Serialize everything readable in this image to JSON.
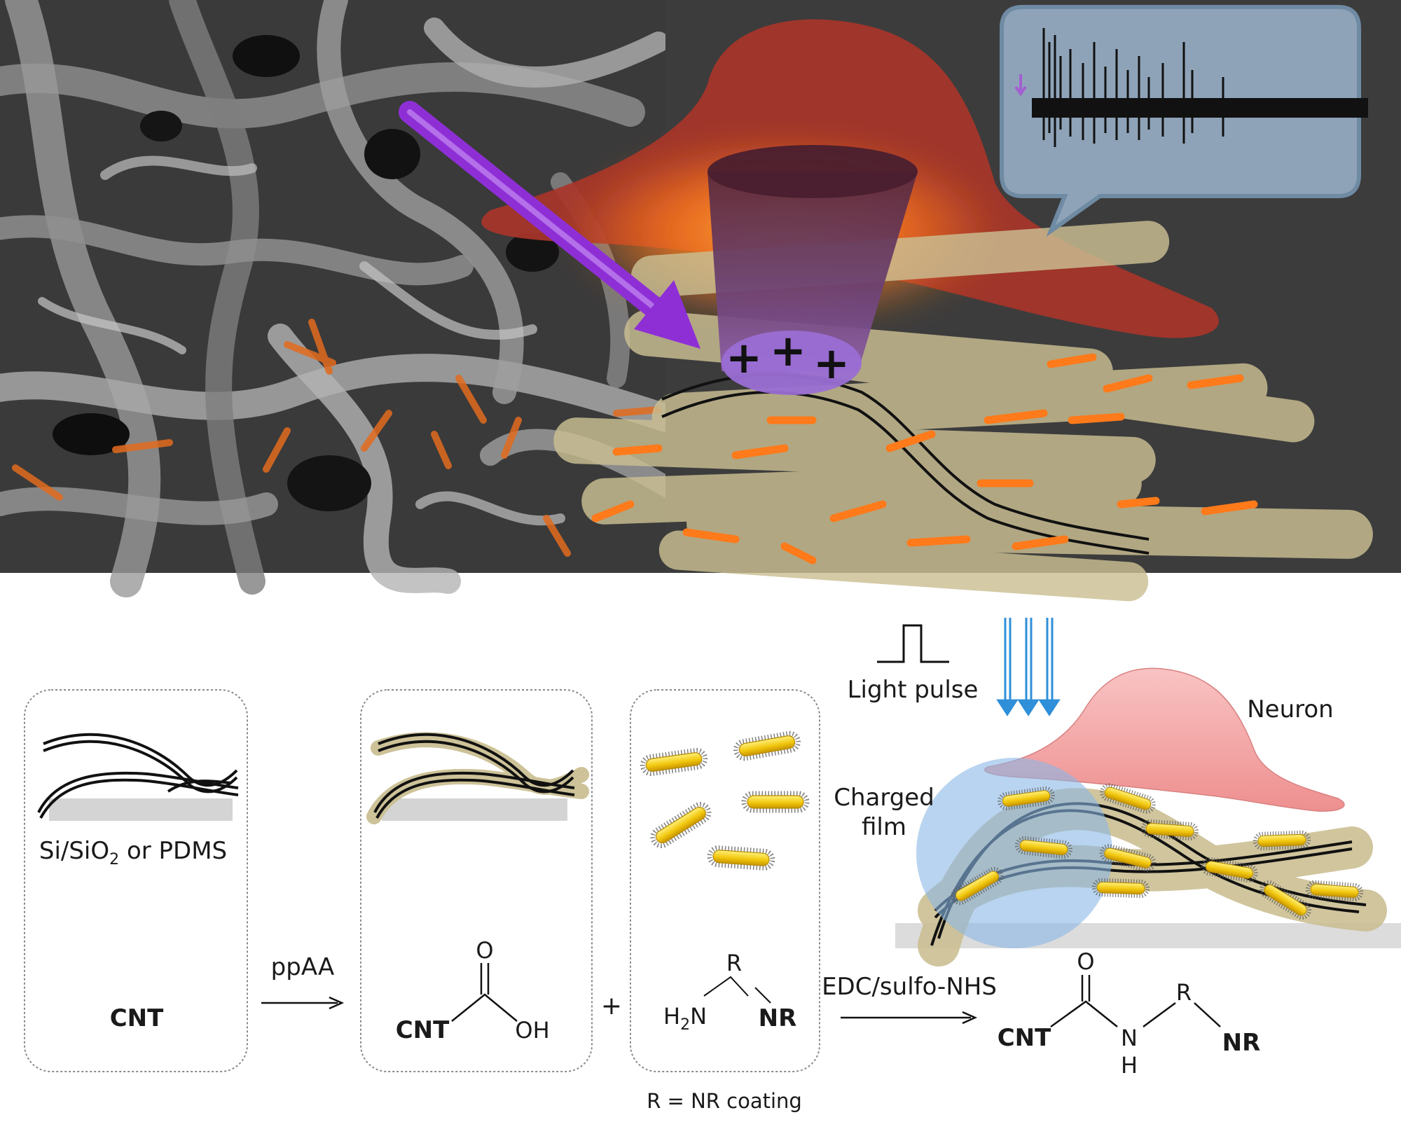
{
  "top": {
    "charges": [
      "+",
      "+",
      "+"
    ]
  },
  "bottom": {
    "panel1": {
      "substrate_label_pre": "Si/SiO",
      "substrate_label_sub": "2",
      "substrate_label_post": " or PDMS",
      "molecule": "CNT"
    },
    "step1_reagent": "ppAA",
    "panel2": {
      "molecule": "CNT",
      "o_atom": "O",
      "oh_group": "OH"
    },
    "plus_sign": "+",
    "panel3": {
      "h2n_pre": "H",
      "h2n_sub": "2",
      "h2n_post": "N",
      "r_group": "R",
      "nr": "NR"
    },
    "r_definition": "R = NR coating",
    "step2_reagent": "EDC/sulfo-NHS",
    "product": {
      "cnt": "CNT",
      "o_atom": "O",
      "n_atom": "N",
      "h_atom": "H",
      "r_group": "R",
      "nr": "NR"
    },
    "light_pulse_label": "Light pulse",
    "neuron_label": "Neuron",
    "charged_film_label_line1": "Charged",
    "charged_film_label_line2": "film"
  },
  "colors": {
    "dark_bg": "#3c3c3c",
    "neuron_top": "#a8352a",
    "violet_arrow": "#8e2fd6",
    "nanorod_orange": "#ff7a1a",
    "cnt_coating": "#cbbf93",
    "nanorod_gold": "#f2c80f",
    "neuron_pink": "#f4a0a0",
    "light_blue": "#2f8fd8",
    "film_blue": "#8ab8e6"
  }
}
